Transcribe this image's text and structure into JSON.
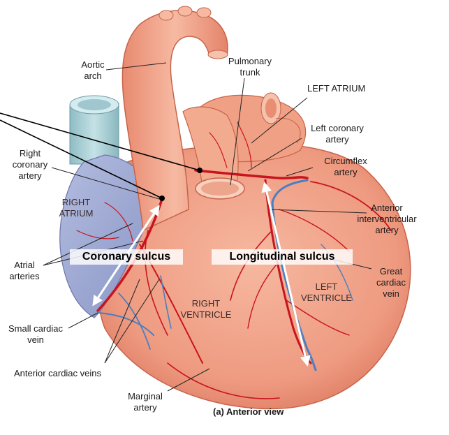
{
  "labels": {
    "aortic_arch": "Aortic\narch",
    "pulmonary_trunk": "Pulmonary\ntrunk",
    "left_atrium": "LEFT ATRIUM",
    "left_coronary_artery": "Left coronary\nartery",
    "circumflex_artery": "Circumflex\nartery",
    "right_coronary_artery": "Right\ncoronary\nartery",
    "right_atrium": "RIGHT\nATRIUM",
    "anterior_interventricular_artery": "Anterior\ninterventricular\nartery",
    "atrial_arteries": "Atrial\narteries",
    "great_cardiac_vein": "Great\ncardiac\nvein",
    "left_ventricle": "LEFT\nVENTRICLE",
    "right_ventricle": "RIGHT\nVENTRICLE",
    "small_cardiac_vein": "Small cardiac\nvein",
    "anterior_cardiac_veins": "Anterior cardiac veins",
    "marginal_artery": "Marginal\nartery"
  },
  "highlights": {
    "coronary_sulcus": "Coronary sulcus",
    "longitudinal_sulcus": "Longitudinal sulcus"
  },
  "caption": "(a) Anterior view",
  "colors": {
    "myocardium": "#f2a48a",
    "artery": "#c8141e",
    "vein": "#4a7fc0",
    "atrium": "#9aa6d0",
    "vena_cava": "#a8cfd6"
  }
}
